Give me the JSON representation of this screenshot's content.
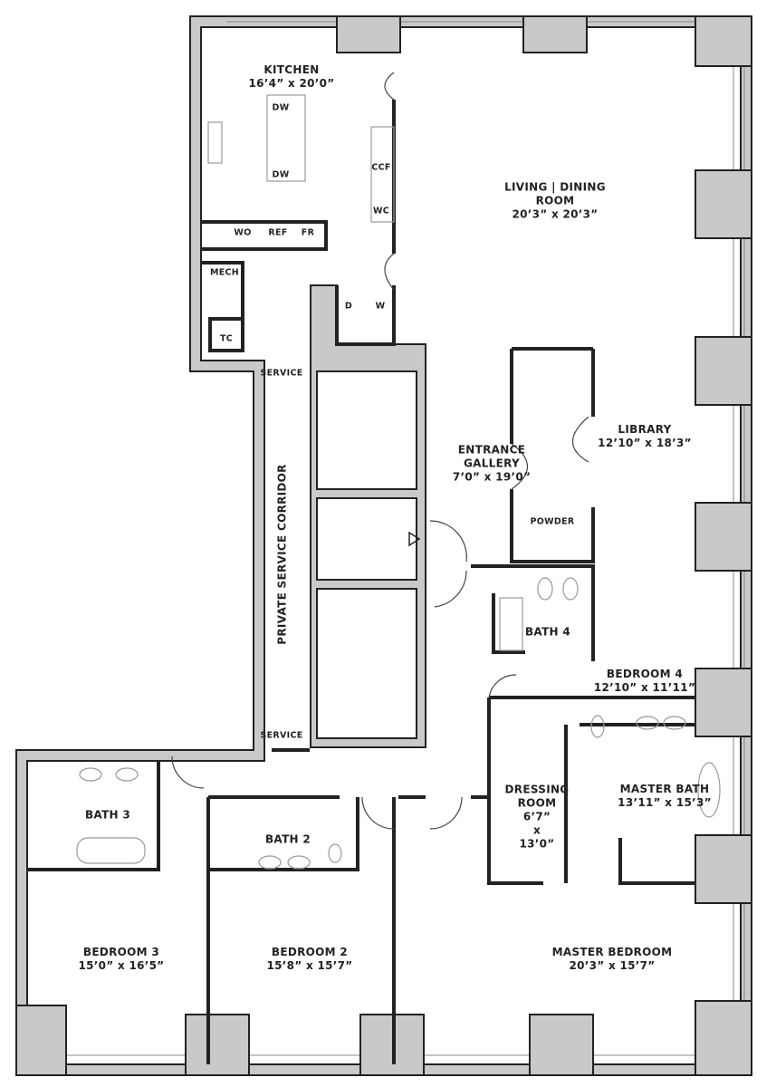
{
  "plan": {
    "colors": {
      "wall": "#c9c9c9",
      "line": "#222222",
      "floor": "#ffffff"
    },
    "rooms": [
      {
        "name": "KITCHEN",
        "dims": "16’4” x 20’0”"
      },
      {
        "name": "LIVING | DINING",
        "name2": "ROOM",
        "dims": "20’3” x 20’3”"
      },
      {
        "name": "LIBRARY",
        "dims": "12’10” x 18’3”"
      },
      {
        "name": "ENTRANCE",
        "name2": "GALLERY",
        "dims": "7’0” x 19’0”"
      },
      {
        "name": "BATH 4"
      },
      {
        "name": "BEDROOM 4",
        "dims": "12’10” x 11’11”"
      },
      {
        "name": "DRESSING",
        "name2": "ROOM",
        "dims": "6’7”",
        "x": "x",
        "dims2": "13’0”"
      },
      {
        "name": "MASTER BATH",
        "dims": "13’11” x 15’3”"
      },
      {
        "name": "MASTER BEDROOM",
        "dims": "20’3” x 15’7”"
      },
      {
        "name": "BEDROOM 2",
        "dims": "15’8” x 15’7”"
      },
      {
        "name": "BEDROOM 3",
        "dims": "15’0” x 16’5”"
      },
      {
        "name": "BATH 3"
      },
      {
        "name": "BATH 2"
      },
      {
        "name": "PRIVATE SERVICE CORRIDOR"
      }
    ],
    "small_labels": {
      "dw1": "DW",
      "dw2": "DW",
      "ccf": "CCF",
      "wc": "WC",
      "wo": "WO",
      "ref": "REF",
      "fr": "FR",
      "mech": "MECH",
      "tc": "TC",
      "d": "D",
      "w": "W",
      "service_top": "SERVICE",
      "service_bottom": "SERVICE",
      "powder": "POWDER"
    }
  }
}
